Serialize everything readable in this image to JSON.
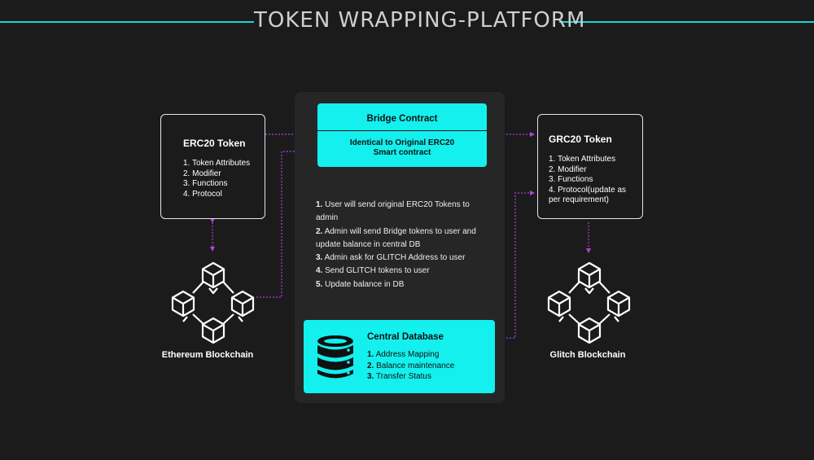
{
  "title": "TOKEN WRAPPING-PLATFORM",
  "erc20": {
    "title": "ERC20 Token",
    "items": [
      "1. Token Attributes",
      "2. Modifier",
      "3. Functions",
      "4. Protocol"
    ]
  },
  "grc20": {
    "title": "GRC20 Token",
    "items": [
      "1. Token Attributes",
      "2. Modifier",
      "3. Functions",
      "4. Protocol(update as",
      "per requirement)"
    ]
  },
  "bridge": {
    "title": "Bridge Contract",
    "subtitle_line1": "Identical to Original ERC20",
    "subtitle_line2": "Smart contract"
  },
  "steps": [
    {
      "num": "1.",
      "lines": [
        "User will send original ERC20 Tokens to",
        "admin"
      ]
    },
    {
      "num": "2.",
      "lines": [
        "Admin will send Bridge tokens to user and",
        "update balance in central DB"
      ]
    },
    {
      "num": "3.",
      "lines": [
        "Admin ask for GLITCH Address to user"
      ]
    },
    {
      "num": "4.",
      "lines": [
        "Send GLITCH tokens to user"
      ]
    },
    {
      "num": "5.",
      "lines": [
        "Update balance in DB"
      ]
    }
  ],
  "database": {
    "title": "Central Database",
    "items": [
      {
        "num": "1.",
        "text": "Address Mapping"
      },
      {
        "num": "2.",
        "text": "Balance maintenance"
      },
      {
        "num": "3.",
        "text": "Transfer Status"
      }
    ],
    "icon": "database-icon"
  },
  "ethereum": {
    "label": "Ethereum Blockchain",
    "icon": "blockchain-cubes-icon"
  },
  "glitch": {
    "label": "Glitch Blockchain",
    "icon": "blockchain-cubes-icon"
  },
  "colors": {
    "accent": "#13f0ee",
    "connector": "#b43fe0",
    "background": "#1b1b1c",
    "panel": "#262626"
  }
}
